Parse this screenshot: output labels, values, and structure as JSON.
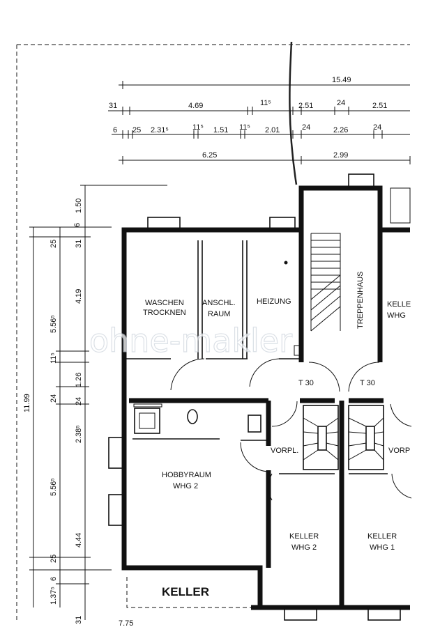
{
  "watermark": "ohne-makler",
  "dimensions": {
    "top_total": "15.49",
    "row1": [
      "31",
      "4.69",
      "11⁵",
      "2.51",
      "24",
      "2.51"
    ],
    "row2": [
      "6",
      "25",
      "2.31⁵",
      "11⁵",
      "1.51",
      "11⁵",
      "2.01",
      "24",
      "2.26",
      "24"
    ],
    "row3": [
      "6.25",
      "2.99"
    ],
    "left_total": "11.99",
    "left_outer": [
      "25",
      "5.56⁵",
      "11⁵",
      "24",
      "5.56⁵",
      "25",
      "6",
      "1.37⁵"
    ],
    "left_inner": [
      "6",
      "1.50",
      "31",
      "4.19",
      "1.26",
      "24",
      "2.38⁵",
      "4.44",
      "31"
    ],
    "bottom_partial": "7.75"
  },
  "rooms": {
    "waschen": [
      "WASCHEN",
      "TROCKNEN"
    ],
    "anschluss": [
      "ANSCHL.",
      "RAUM"
    ],
    "heizung": "HEIZUNG",
    "treppenhaus": "TREPPENHAUS",
    "keller_whg_right": [
      "KELLE",
      "WHG"
    ],
    "t30_left": "T 30",
    "t30_right": "T 30",
    "vorpl_left": "VORPL.",
    "vorpl_right": "VORP",
    "hobbyraum": [
      "HOBBYRAUM",
      "WHG 2"
    ],
    "keller_whg2": [
      "KELLER",
      "WHG 2"
    ],
    "keller_whg1": [
      "KELLER",
      "WHG 1"
    ],
    "keller_title": "KELLER"
  }
}
